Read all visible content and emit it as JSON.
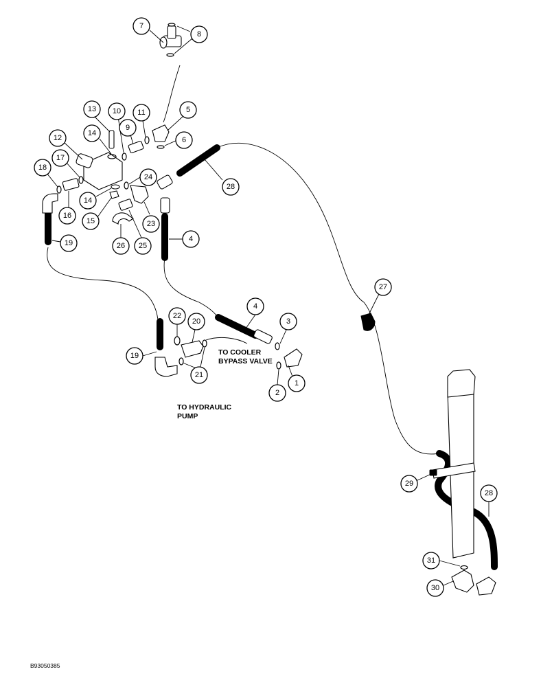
{
  "callouts": [
    "1",
    "2",
    "3",
    "4",
    "5",
    "6",
    "7",
    "8",
    "9",
    "10",
    "11",
    "12",
    "13",
    "14",
    "15",
    "16",
    "17",
    "18",
    "19",
    "20",
    "21",
    "22",
    "23",
    "24",
    "25",
    "26",
    "27",
    "28",
    "29",
    "30",
    "31"
  ],
  "notes": {
    "cooler_line1": "TO COOLER",
    "cooler_line2": "BYPASS VALVE",
    "pump_line1": "TO HYDRAULIC",
    "pump_line2": "PUMP"
  },
  "figure_code": "B93050385"
}
